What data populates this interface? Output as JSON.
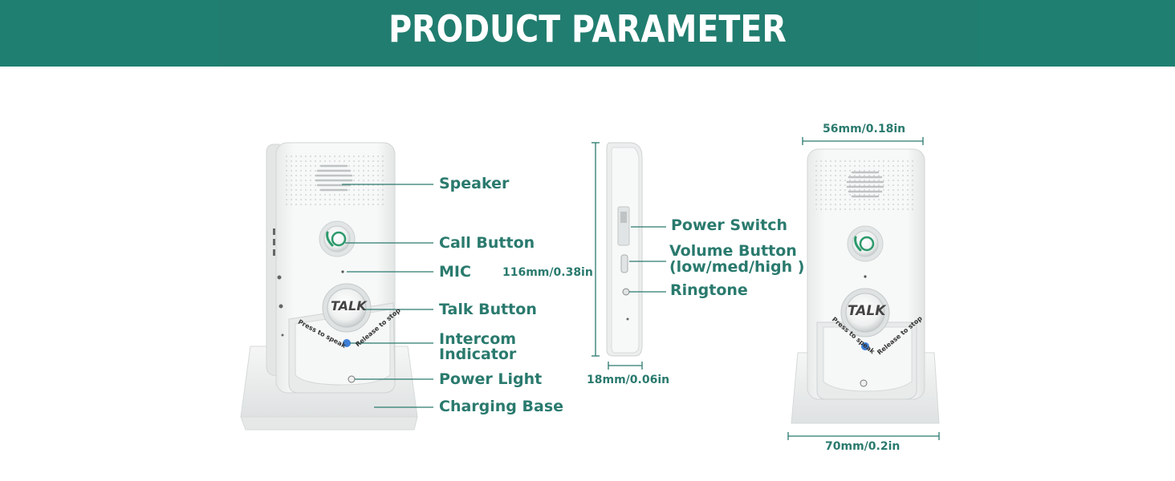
{
  "header": {
    "title": "PRODUCT PARAMETER"
  },
  "callouts": {
    "speaker": "Speaker",
    "call_button": "Call Button",
    "mic": "MIC",
    "talk_button": "Talk Button",
    "intercom_indicator_line1": "Intercom",
    "intercom_indicator_line2": "Indicator",
    "power_light": "Power Light",
    "charging_base": "Charging Base",
    "power_switch": "Power Switch",
    "volume_button_line1": "Volume Button",
    "volume_button_line2": "(low/med/high )",
    "ringtone": "Ringtone"
  },
  "dimensions": {
    "height": "116mm/0.38in",
    "depth": "18mm/0.06in",
    "width": "56mm/0.18in",
    "base_width": "70mm/0.2in"
  },
  "device": {
    "talk_label": "TALK",
    "press_text": "Press to speak",
    "release_text": "Release to stop"
  },
  "colors": {
    "banner": "#1f7f70",
    "accent": "#2a7a6e",
    "device_body": "#f4f5f5"
  }
}
